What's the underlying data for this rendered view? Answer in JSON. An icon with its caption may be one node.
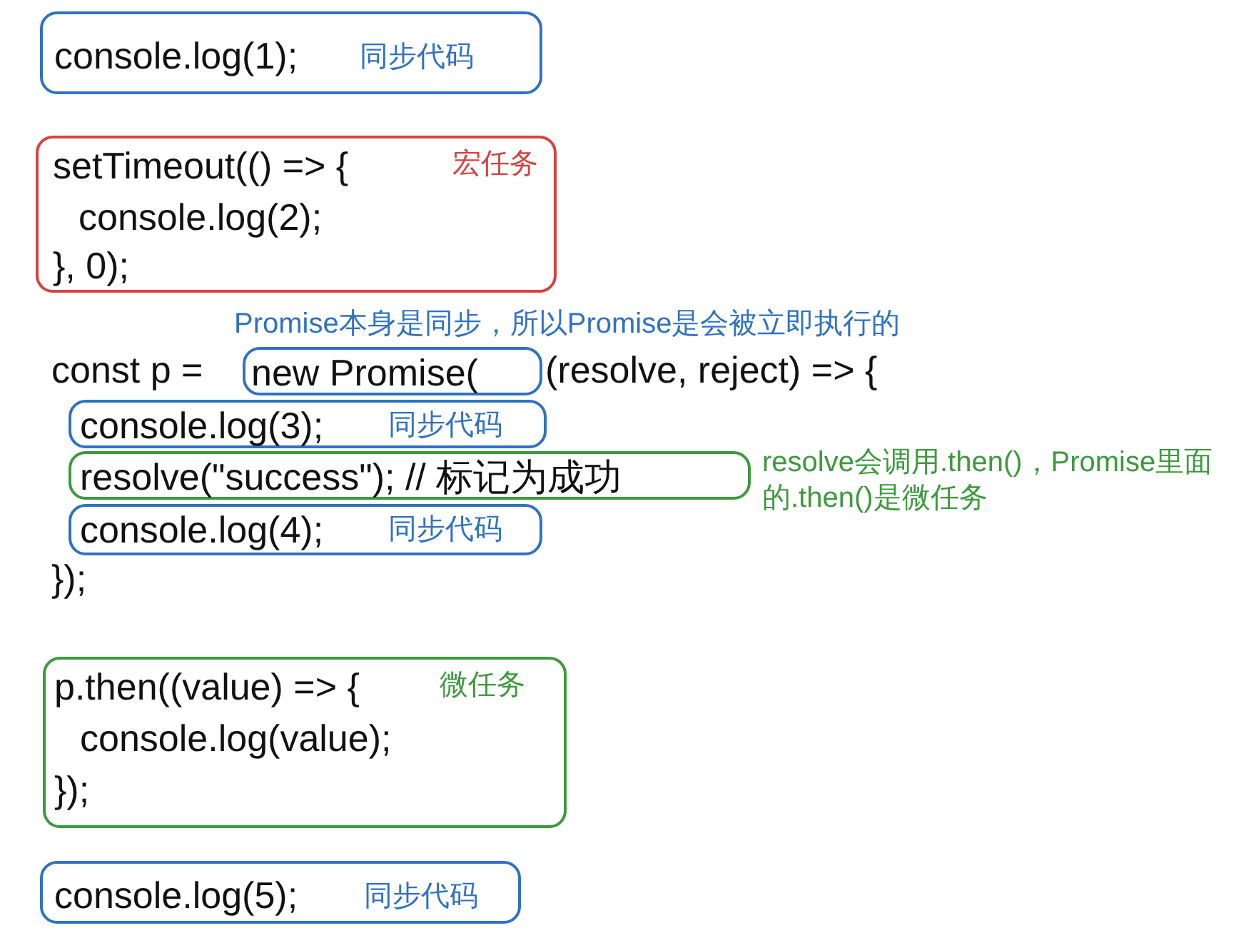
{
  "diagram": {
    "nodes": [
      {
        "text": [
          "console.log(1);",
          "同步代码"
        ]
      },
      {
        "text": [
          "setTimeout(() => {",
          "console.log(2);",
          "}, 0);",
          "宏任务"
        ]
      },
      {
        "text": [
          "new Promise("
        ],
        "beside": [
          "Promise本身是同步，所以Promise是会被立即执行的"
        ]
      },
      {
        "text": [
          "console.log(3);",
          "同步代码"
        ]
      },
      {
        "text": [
          "resolve(\"success\"); // 标记为成功"
        ],
        "beside": [
          "resolve会调用.then()，Promise里面的.then()是微任务"
        ]
      },
      {
        "text": [
          "console.log(4);",
          "同步代码"
        ]
      },
      {
        "text": [
          "p.then((value) => {",
          "console.log(value);",
          "});",
          "微任务"
        ]
      },
      {
        "text": [
          "console.log(5);",
          "同步代码"
        ]
      }
    ],
    "labels": [
      "const p =",
      "(resolve, reject) => {",
      "});"
    ]
  }
}
